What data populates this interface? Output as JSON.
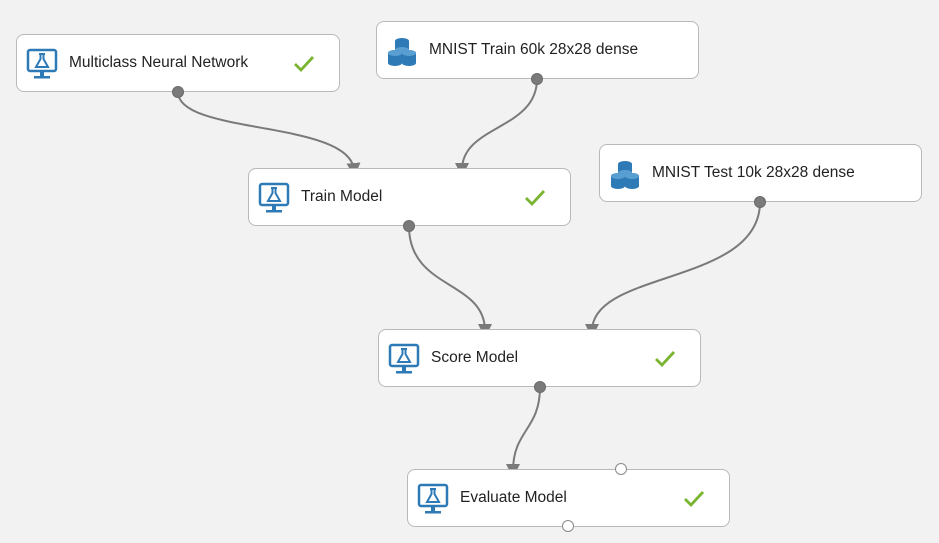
{
  "modules": {
    "multiclass_nn": {
      "label": "Multiclass Neural Network",
      "icon": "flask-monitor-icon",
      "status": "success-check-icon"
    },
    "mnist_train": {
      "label": "MNIST Train 60k 28x28 dense",
      "icon": "database-icon"
    },
    "train_model": {
      "label": "Train Model",
      "icon": "flask-monitor-icon",
      "status": "success-check-icon"
    },
    "mnist_test": {
      "label": "MNIST Test 10k 28x28 dense",
      "icon": "database-icon"
    },
    "score_model": {
      "label": "Score Model",
      "icon": "flask-monitor-icon",
      "status": "success-check-icon"
    },
    "evaluate_model": {
      "label": "Evaluate Model",
      "icon": "flask-monitor-icon",
      "status": "success-check-icon"
    }
  },
  "colors": {
    "canvas_bg": "#f2f2f2",
    "module_border": "#b9b9b9",
    "icon_blue": "#2d7ab6",
    "check_green": "#7ab531",
    "wire": "#7a7a7a"
  }
}
